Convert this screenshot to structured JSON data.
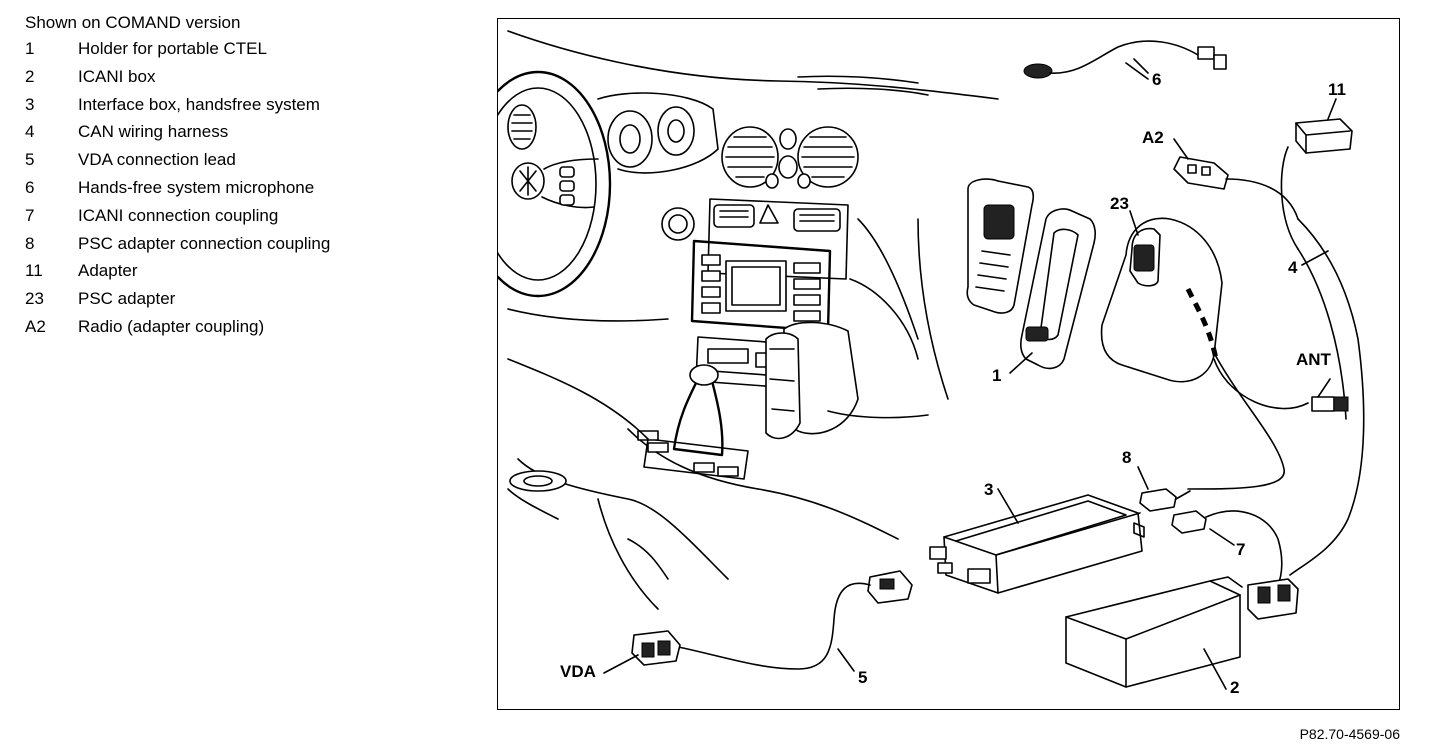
{
  "legend": {
    "heading": "Shown on COMAND version",
    "items": [
      {
        "key": "1",
        "label": "Holder for portable CTEL"
      },
      {
        "key": "2",
        "label": "ICANI box"
      },
      {
        "key": "3",
        "label": "Interface box, handsfree system"
      },
      {
        "key": "4",
        "label": "CAN wiring harness"
      },
      {
        "key": "5",
        "label": "VDA connection lead"
      },
      {
        "key": "6",
        "label": "Hands-free system microphone"
      },
      {
        "key": "7",
        "label": "ICANI connection coupling"
      },
      {
        "key": "8",
        "label": "PSC adapter connection coupling"
      },
      {
        "key": "11",
        "label": "Adapter"
      },
      {
        "key": "23",
        "label": "PSC adapter"
      },
      {
        "key": "A2",
        "label": "Radio (adapter coupling)"
      }
    ]
  },
  "callouts": {
    "c1": "1",
    "c2": "2",
    "c3": "3",
    "c4": "4",
    "c5": "5",
    "c6": "6",
    "c7": "7",
    "c8": "8",
    "c11": "11",
    "c23": "23",
    "a2": "A2",
    "ant": "ANT",
    "vda": "VDA"
  },
  "figure_id": "P82.70-4569-06"
}
